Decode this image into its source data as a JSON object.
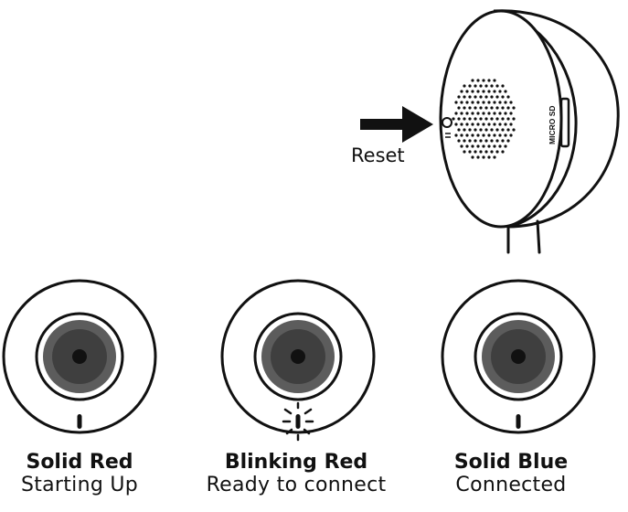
{
  "reset_label": "Reset",
  "microsd_label": "MICRO SD",
  "states": [
    {
      "title": "Solid Red",
      "subtitle": "Starting Up"
    },
    {
      "title": "Blinking Red",
      "subtitle": "Ready to connect"
    },
    {
      "title": "Solid Blue",
      "subtitle": "Connected"
    }
  ],
  "colors": {
    "ink": "#111111",
    "lens_ring": "#5c5c5c",
    "lens_inner": "#3f3f3f",
    "background": "#ffffff"
  }
}
